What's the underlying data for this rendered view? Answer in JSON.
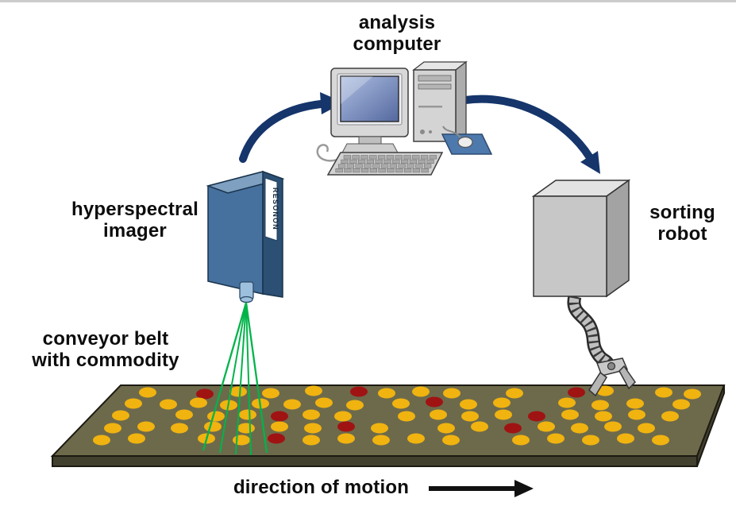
{
  "labels": {
    "analysis_computer": "analysis\ncomputer",
    "hyperspectral_imager": "hyperspectral\nimager",
    "sorting_robot": "sorting\nrobot",
    "conveyor_belt": "conveyor belt\nwith commodity",
    "direction_of_motion": "direction of motion",
    "imager_brand": "RESONON"
  },
  "colors": {
    "arrow": "#15356b",
    "motion_arrow": "#111111",
    "imager_front": "#46719e",
    "imager_side": "#2c4f74",
    "imager_top": "#7fa0c0",
    "lens": "#9cc0dd",
    "beam_green": "#00b44a",
    "belt_top": "#6d6a4b",
    "belt_front": "#42402e",
    "dot_yellow": "#f0b310",
    "dot_red": "#a01313",
    "robot_front": "#c7c7c7",
    "robot_top": "#e3e3e3",
    "robot_side": "#a3a3a3"
  },
  "belt_dots": [
    [
      186,
      491,
      "y"
    ],
    [
      258,
      493,
      "r"
    ],
    [
      300,
      490,
      "y"
    ],
    [
      341,
      492,
      "y"
    ],
    [
      395,
      489,
      "y"
    ],
    [
      452,
      490,
      "r"
    ],
    [
      487,
      492,
      "y"
    ],
    [
      530,
      490,
      "y"
    ],
    [
      569,
      492,
      "y"
    ],
    [
      648,
      492,
      "y"
    ],
    [
      726,
      491,
      "r"
    ],
    [
      762,
      489,
      "y"
    ],
    [
      836,
      491,
      "y"
    ],
    [
      872,
      493,
      "y"
    ],
    [
      168,
      505,
      "y"
    ],
    [
      212,
      506,
      "y"
    ],
    [
      250,
      504,
      "y"
    ],
    [
      288,
      507,
      "y"
    ],
    [
      328,
      505,
      "y"
    ],
    [
      368,
      506,
      "y"
    ],
    [
      408,
      504,
      "y"
    ],
    [
      447,
      507,
      "y"
    ],
    [
      505,
      505,
      "y"
    ],
    [
      547,
      503,
      "r"
    ],
    [
      590,
      506,
      "y"
    ],
    [
      632,
      504,
      "y"
    ],
    [
      714,
      504,
      "y"
    ],
    [
      756,
      507,
      "y"
    ],
    [
      800,
      505,
      "y"
    ],
    [
      858,
      506,
      "y"
    ],
    [
      152,
      520,
      "y"
    ],
    [
      232,
      519,
      "y"
    ],
    [
      272,
      521,
      "y"
    ],
    [
      312,
      519,
      "y"
    ],
    [
      352,
      521,
      "r"
    ],
    [
      392,
      519,
      "y"
    ],
    [
      432,
      521,
      "y"
    ],
    [
      512,
      521,
      "y"
    ],
    [
      552,
      519,
      "y"
    ],
    [
      592,
      521,
      "y"
    ],
    [
      634,
      519,
      "y"
    ],
    [
      676,
      521,
      "r"
    ],
    [
      718,
      519,
      "y"
    ],
    [
      760,
      521,
      "y"
    ],
    [
      802,
      519,
      "y"
    ],
    [
      844,
      521,
      "y"
    ],
    [
      142,
      536,
      "y"
    ],
    [
      184,
      534,
      "y"
    ],
    [
      226,
      536,
      "y"
    ],
    [
      268,
      534,
      "y"
    ],
    [
      310,
      536,
      "y"
    ],
    [
      352,
      534,
      "y"
    ],
    [
      394,
      536,
      "y"
    ],
    [
      436,
      534,
      "r"
    ],
    [
      478,
      536,
      "y"
    ],
    [
      562,
      536,
      "y"
    ],
    [
      604,
      534,
      "y"
    ],
    [
      646,
      536,
      "r"
    ],
    [
      688,
      534,
      "y"
    ],
    [
      730,
      536,
      "y"
    ],
    [
      772,
      534,
      "y"
    ],
    [
      814,
      536,
      "y"
    ],
    [
      128,
      551,
      "y"
    ],
    [
      172,
      549,
      "y"
    ],
    [
      260,
      549,
      "y"
    ],
    [
      304,
      551,
      "y"
    ],
    [
      348,
      549,
      "r"
    ],
    [
      392,
      551,
      "y"
    ],
    [
      436,
      549,
      "y"
    ],
    [
      480,
      551,
      "y"
    ],
    [
      524,
      549,
      "y"
    ],
    [
      568,
      551,
      "y"
    ],
    [
      656,
      551,
      "y"
    ],
    [
      700,
      549,
      "y"
    ],
    [
      744,
      551,
      "y"
    ],
    [
      788,
      549,
      "y"
    ],
    [
      832,
      551,
      "y"
    ]
  ]
}
